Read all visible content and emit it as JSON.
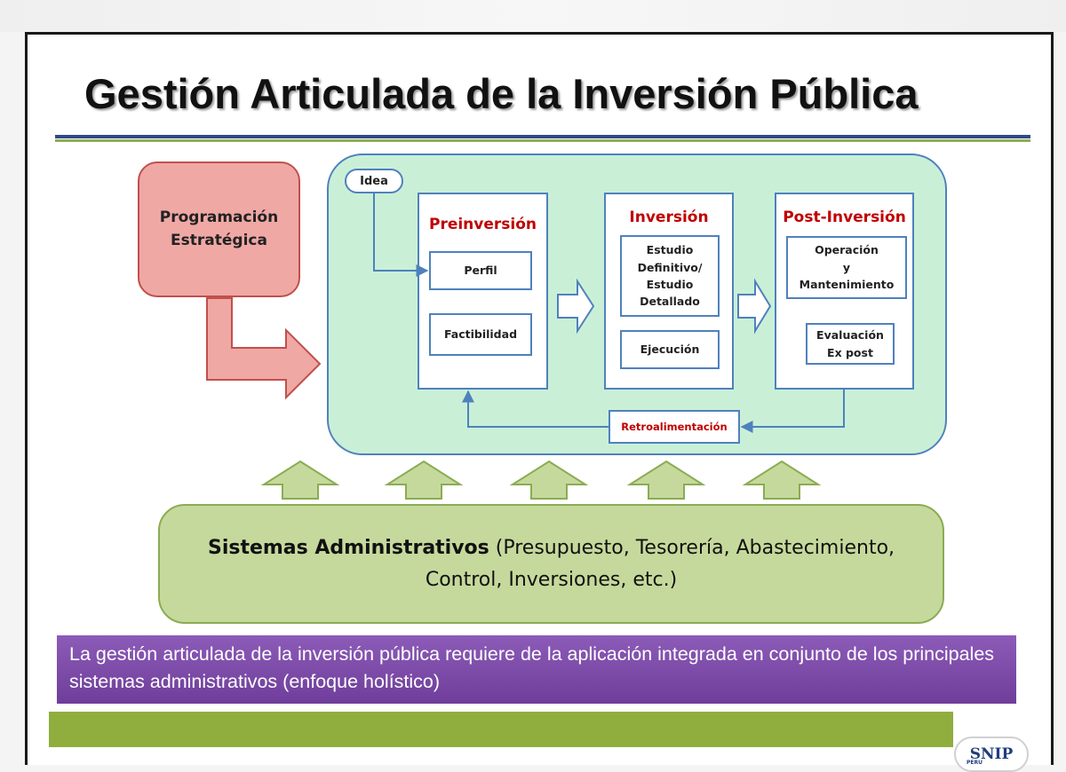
{
  "title": "Gestión Articulada de la Inversión Pública",
  "programacion": {
    "line1": "Programación",
    "line2": "Estratégica"
  },
  "idea": "Idea",
  "preinversion": {
    "title": "Preinversión",
    "perfil": "Perfil",
    "factibilidad": "Factibilidad"
  },
  "inversion": {
    "title": "Inversión",
    "estudio_lines": [
      "Estudio",
      "Definitivo/",
      "Estudio",
      "Detallado"
    ],
    "ejecucion": "Ejecución"
  },
  "postinversion": {
    "title": "Post-Inversión",
    "operacion_lines": [
      "Operación",
      "y",
      "Mantenimiento"
    ],
    "evaluacion_lines": [
      "Evaluación",
      "Ex post"
    ]
  },
  "retroalimentacion": "Retroalimentación",
  "sistemas": {
    "bold": "Sistemas Administrativos",
    "rest": " (Presupuesto, Tesorería, Abastecimiento, Control, Inversiones, etc.)"
  },
  "note": "La gestión articulada de la inversión pública requiere de la aplicación integrada en conjunto de los principales sistemas administrativos (enfoque holístico)",
  "logo": {
    "name": "SNIP",
    "country": "PERU"
  },
  "colors": {
    "panel": "#c9f0d7",
    "panel_border": "#4f81bd",
    "programacion": "#f0a8a5",
    "stage_title": "#c00000",
    "sistemas": "#c6d99c",
    "note_bg": "#7a49a6",
    "footer_bar": "#8fae3e"
  }
}
